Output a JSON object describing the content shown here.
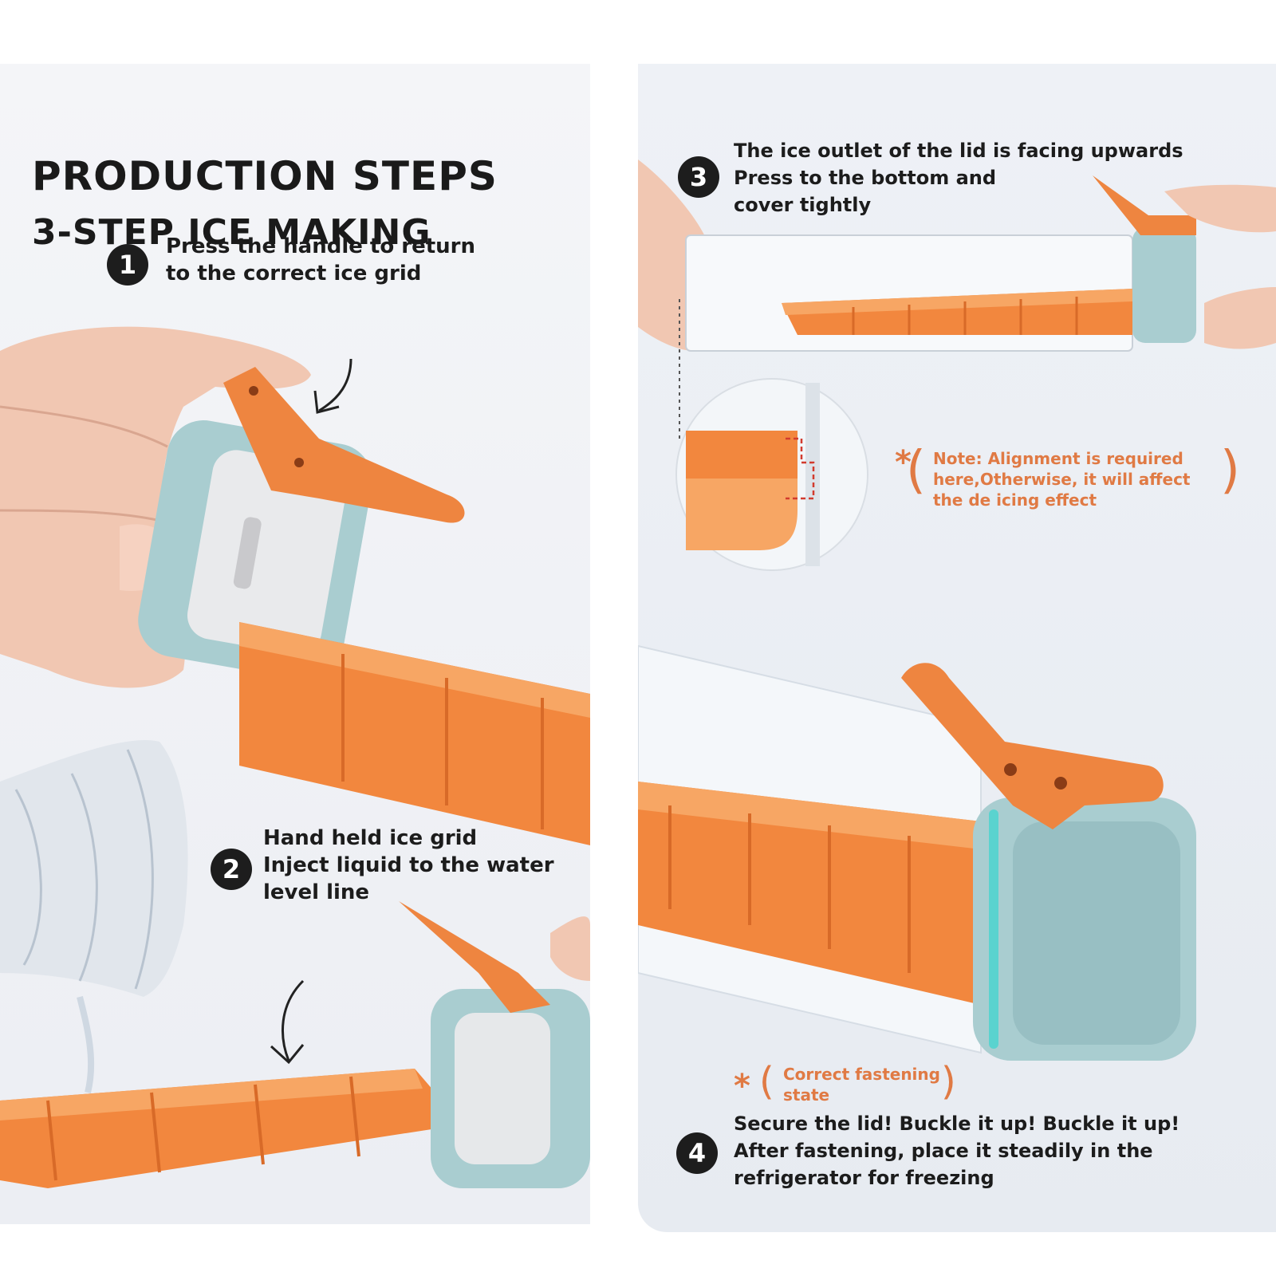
{
  "header": {
    "title": "PRODUCTION STEPS",
    "subtitle": "3-STEP ICE MAKING"
  },
  "steps": [
    {
      "number": "1",
      "lines": [
        "Press the handle to return",
        "to the correct ice grid"
      ]
    },
    {
      "number": "2",
      "lines": [
        "Hand held ice grid",
        "Inject liquid to the water",
        "level line"
      ]
    },
    {
      "number": "3",
      "lines": [
        "The ice outlet of the lid is facing upwards",
        "Press to the bottom and",
        "cover tightly"
      ]
    },
    {
      "number": "4",
      "lines": [
        "Secure the lid! Buckle it up! Buckle it up!",
        "After fastening, place it steadily in the",
        "refrigerator for freezing"
      ]
    }
  ],
  "notes": {
    "alignment": {
      "star": "*",
      "lines": [
        "Note: Alignment is required",
        "here,Otherwise, it will affect",
        "the de icing effect"
      ]
    },
    "fastening": {
      "star": "*",
      "lines": [
        "Correct fastening",
        "state"
      ]
    }
  },
  "colors": {
    "tray_orange": "#f2873e",
    "lid_teal": "#a9cdd0",
    "note_orange": "#e07a44",
    "badge_black": "#1d1d1d"
  }
}
